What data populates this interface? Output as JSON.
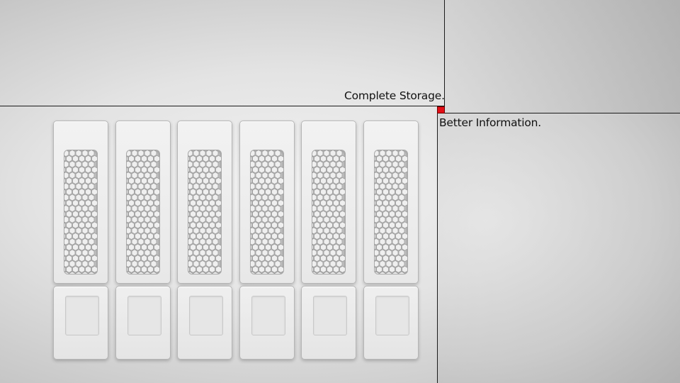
{
  "headline": {
    "line1": "Complete Storage.",
    "line2": "Better Information."
  },
  "accent_colors": {
    "marker": "#e30f17",
    "rule": "#1b1b1b"
  },
  "drive_bays": {
    "count": 6,
    "grille_pattern": "hexagon-mesh"
  }
}
